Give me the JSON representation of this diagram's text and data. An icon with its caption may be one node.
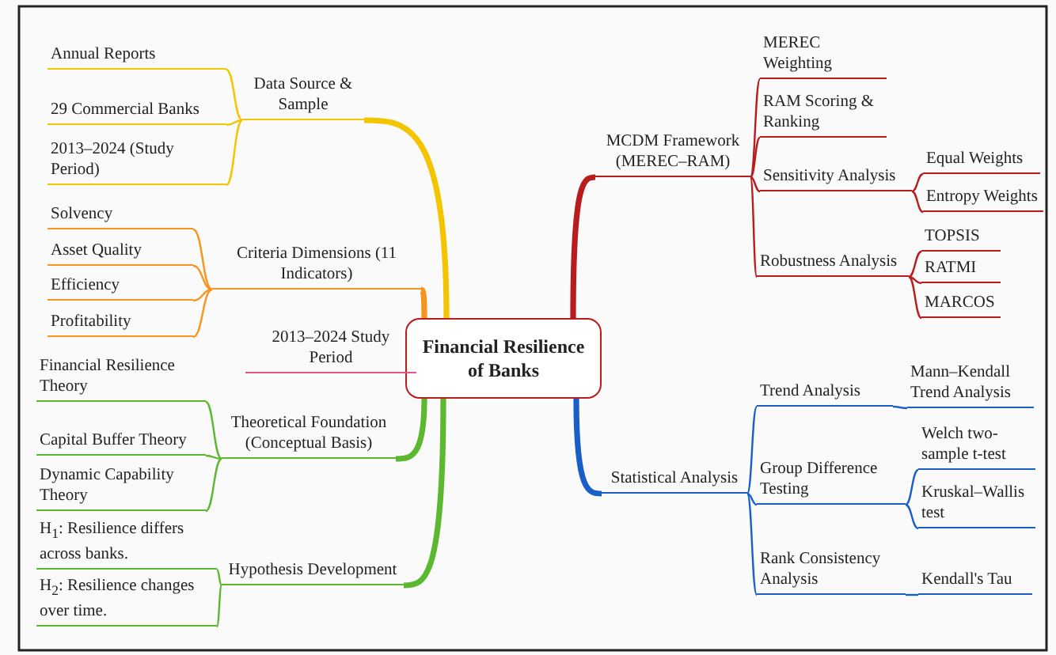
{
  "diagram": {
    "nodes": [
      {
        "text": [
          "Financial Resilience of Banks"
        ]
      },
      {
        "text": [
          "Data Source & Sample"
        ]
      },
      {
        "text": [
          "Annual Reports"
        ]
      },
      {
        "text": [
          "29 Commercial Banks"
        ]
      },
      {
        "text": [
          "2013–2024 (Study Period)"
        ]
      },
      {
        "text": [
          "Criteria Dimensions (11 Indicators)"
        ]
      },
      {
        "text": [
          "Solvency"
        ]
      },
      {
        "text": [
          "Asset Quality"
        ]
      },
      {
        "text": [
          "Efficiency"
        ]
      },
      {
        "text": [
          "Profitability"
        ]
      },
      {
        "text": [
          "2013–2024 Study Period"
        ]
      },
      {
        "text": [
          "Theoretical Foundation (Conceptual Basis)"
        ]
      },
      {
        "text": [
          "Financial Resilience Theory"
        ]
      },
      {
        "text": [
          "Capital Buffer Theory"
        ]
      },
      {
        "text": [
          "Dynamic Capability Theory"
        ]
      },
      {
        "text": [
          "Hypothesis Development"
        ]
      },
      {
        "text": [
          "H$_{1}$: Resilience differs across banks."
        ]
      },
      {
        "text": [
          "H$_{2}$: Resilience changes over time."
        ]
      },
      {
        "text": [
          "MCDM Framework (MEREC–RAM)"
        ]
      },
      {
        "text": [
          "MEREC Weighting"
        ]
      },
      {
        "text": [
          "RAM Scoring & Ranking"
        ]
      },
      {
        "text": [
          "Sensitivity Analysis"
        ]
      },
      {
        "text": [
          "Equal Weights"
        ]
      },
      {
        "text": [
          "Entropy Weights"
        ]
      },
      {
        "text": [
          "Robustness Analysis"
        ]
      },
      {
        "text": [
          "TOPSIS"
        ]
      },
      {
        "text": [
          "RATMI"
        ]
      },
      {
        "text": [
          "MARCOS"
        ]
      },
      {
        "text": [
          "Statistical Analysis"
        ]
      },
      {
        "text": [
          "Trend Analysis"
        ]
      },
      {
        "text": [
          "Mann–Kendall Trend Analysis"
        ]
      },
      {
        "text": [
          "Group Difference Testing"
        ]
      },
      {
        "text": [
          "Welch two-sample t-test"
        ]
      },
      {
        "text": [
          "Kruskal–Wallis test"
        ]
      },
      {
        "text": [
          "Rank Consistency Analysis"
        ]
      },
      {
        "text": [
          "Kendall's Tau"
        ]
      }
    ],
    "edges": [
      {
        "from": 0,
        "to": 1,
        "arrow": "none",
        "style": "thick",
        "color": "#f5c400"
      },
      {
        "from": 1,
        "to": 2,
        "arrow": "none",
        "color": "#f5c400"
      },
      {
        "from": 1,
        "to": 3,
        "arrow": "none",
        "color": "#f5c400"
      },
      {
        "from": 1,
        "to": 4,
        "arrow": "none",
        "color": "#f5c400"
      },
      {
        "from": 0,
        "to": 5,
        "arrow": "none",
        "style": "thick",
        "color": "#f7941d"
      },
      {
        "from": 5,
        "to": 6,
        "arrow": "none",
        "color": "#f7941d"
      },
      {
        "from": 5,
        "to": 7,
        "arrow": "none",
        "color": "#f7941d"
      },
      {
        "from": 5,
        "to": 8,
        "arrow": "none",
        "color": "#f7941d"
      },
      {
        "from": 5,
        "to": 9,
        "arrow": "none",
        "color": "#f7941d"
      },
      {
        "from": 0,
        "to": 10,
        "arrow": "none",
        "style": "thick",
        "color": "#e8508a"
      },
      {
        "from": 0,
        "to": 11,
        "arrow": "none",
        "style": "thick",
        "color": "#5cb82e"
      },
      {
        "from": 11,
        "to": 12,
        "arrow": "none",
        "color": "#5cb82e"
      },
      {
        "from": 11,
        "to": 13,
        "arrow": "none",
        "color": "#5cb82e"
      },
      {
        "from": 11,
        "to": 14,
        "arrow": "none",
        "color": "#5cb82e"
      },
      {
        "from": 0,
        "to": 15,
        "arrow": "none",
        "style": "thick",
        "color": "#5cb82e"
      },
      {
        "from": 15,
        "to": 16,
        "arrow": "none",
        "color": "#5cb82e"
      },
      {
        "from": 15,
        "to": 17,
        "arrow": "none",
        "color": "#5cb82e"
      },
      {
        "from": 0,
        "to": 18,
        "arrow": "none",
        "style": "thick",
        "color": "#b81c1c"
      },
      {
        "from": 18,
        "to": 19,
        "arrow": "none",
        "color": "#b81c1c"
      },
      {
        "from": 18,
        "to": 20,
        "arrow": "none",
        "color": "#b81c1c"
      },
      {
        "from": 18,
        "to": 21,
        "arrow": "none",
        "color": "#b81c1c"
      },
      {
        "from": 21,
        "to": 22,
        "arrow": "none",
        "color": "#b81c1c"
      },
      {
        "from": 21,
        "to": 23,
        "arrow": "none",
        "color": "#b81c1c"
      },
      {
        "from": 18,
        "to": 24,
        "arrow": "none",
        "color": "#b81c1c"
      },
      {
        "from": 24,
        "to": 25,
        "arrow": "none",
        "color": "#b81c1c"
      },
      {
        "from": 24,
        "to": 26,
        "arrow": "none",
        "color": "#b81c1c"
      },
      {
        "from": 24,
        "to": 27,
        "arrow": "none",
        "color": "#b81c1c"
      },
      {
        "from": 0,
        "to": 28,
        "arrow": "none",
        "style": "thick",
        "color": "#1a5fc8"
      },
      {
        "from": 28,
        "to": 29,
        "arrow": "none",
        "color": "#1a5fc8"
      },
      {
        "from": 29,
        "to": 30,
        "arrow": "none",
        "color": "#1a5fc8"
      },
      {
        "from": 28,
        "to": 31,
        "arrow": "none",
        "color": "#1a5fc8"
      },
      {
        "from": 31,
        "to": 32,
        "arrow": "none",
        "color": "#1a5fc8"
      },
      {
        "from": 31,
        "to": 33,
        "arrow": "none",
        "color": "#1a5fc8"
      },
      {
        "from": 28,
        "to": 34,
        "arrow": "none",
        "color": "#1a5fc8"
      },
      {
        "from": 34,
        "to": 35,
        "arrow": "none",
        "color": "#1a5fc8"
      }
    ]
  }
}
